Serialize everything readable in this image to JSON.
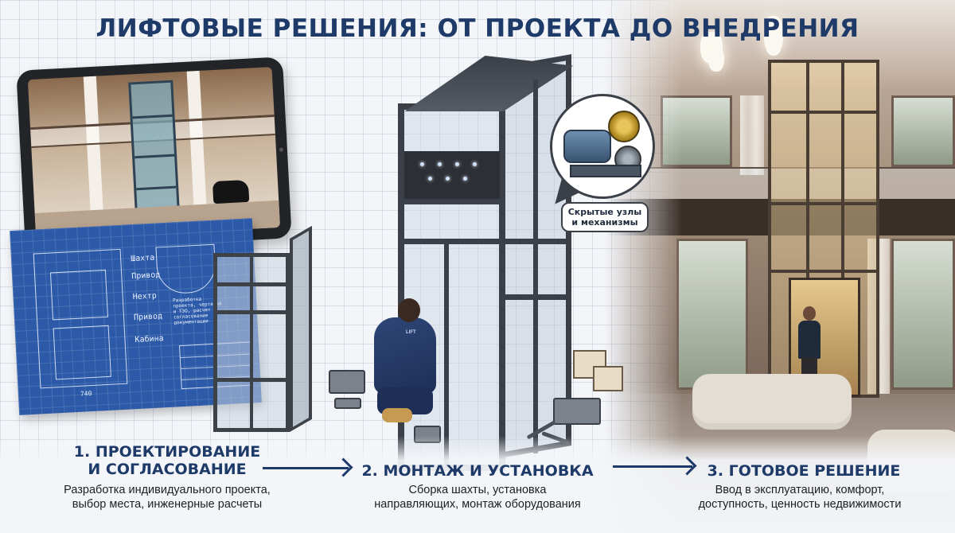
{
  "title": "ЛИФТОВЫЕ РЕШЕНИЯ: ОТ ПРОЕКТА ДО ВНЕДРЕНИЯ",
  "blueprint": {
    "labels": [
      "Шахта",
      "Привод",
      "Нехтр",
      "Привод",
      "Кабина"
    ],
    "note": "Разработка проекта, чертежей и ТЭО, расчет и согласование документации",
    "dim": "740"
  },
  "worker_logo": "LIFT",
  "callout": {
    "line1": "Скрытые узлы",
    "line2": "и механизмы"
  },
  "steps": [
    {
      "title_line1": "1. ПРОЕКТИРОВАНИЕ",
      "title_line2": "И СОГЛАСОВАНИЕ",
      "desc_line1": "Разработка индивидуального проекта,",
      "desc_line2": "выбор места, инженерные расчеты"
    },
    {
      "title_line1": "2. МОНТАЖ И УСТАНОВКА",
      "desc_line1": "Сборка шахты, установка",
      "desc_line2": "направляющих, монтаж оборудования"
    },
    {
      "title_line1": "3. ГОТОВОЕ РЕШЕНИЕ",
      "desc_line1": "Ввод в эксплуатацию, комфорт,",
      "desc_line2": "доступность, ценность недвижимости"
    }
  ],
  "colors": {
    "title": "#1e3a68",
    "blueprint": "#2c5aa8",
    "frame": "#3b4048"
  }
}
